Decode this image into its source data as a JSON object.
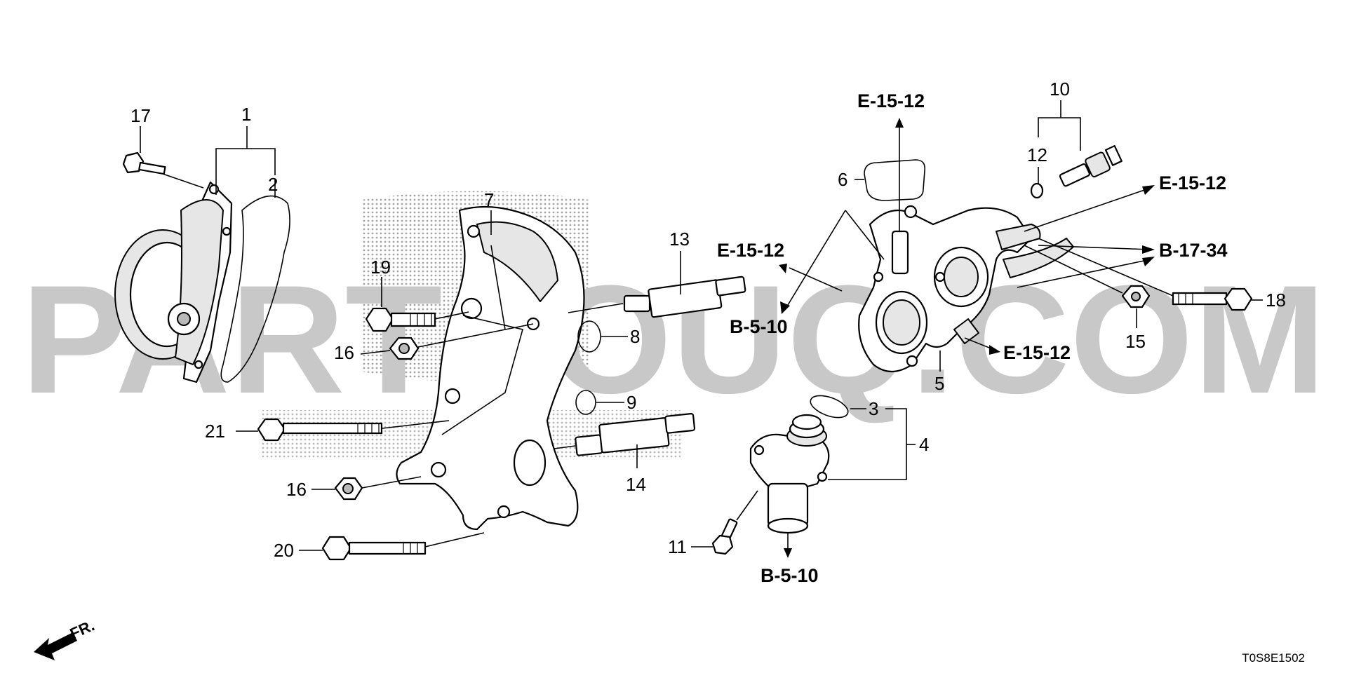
{
  "watermark": {
    "text": "PARTSOUQ.COM",
    "color": "#c8c8c8"
  },
  "callouts": {
    "n1": "1",
    "n2": "2",
    "n3": "3",
    "n4": "4",
    "n5": "5",
    "n6": "6",
    "n7": "7",
    "n8": "8",
    "n9": "9",
    "n10": "10",
    "n11": "11",
    "n12": "12",
    "n13": "13",
    "n14": "14",
    "n15": "15",
    "n16a": "16",
    "n16b": "16",
    "n17": "17",
    "n18": "18",
    "n19": "19",
    "n20": "20",
    "n21": "21"
  },
  "references": {
    "r_top": "E-15-12",
    "r_left": "E-15-12",
    "r_right_top": "E-15-12",
    "r_right_mid": "B-17-34",
    "r_bottom_right": "E-15-12",
    "r_b510_a": "B-5-10",
    "r_b510_b": "B-5-10"
  },
  "front_indicator": "FR.",
  "diagram_code": "T0S8E1502"
}
